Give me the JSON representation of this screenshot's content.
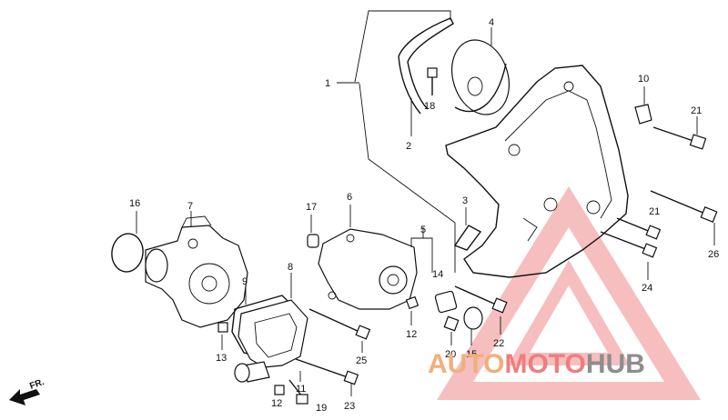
{
  "diagram": {
    "callouts": [
      {
        "id": "c1",
        "text": "1"
      },
      {
        "id": "c2",
        "text": "2"
      },
      {
        "id": "c3",
        "text": "3"
      },
      {
        "id": "c4",
        "text": "4"
      },
      {
        "id": "c5",
        "text": "5"
      },
      {
        "id": "c6",
        "text": "6"
      },
      {
        "id": "c7",
        "text": "7"
      },
      {
        "id": "c8",
        "text": "8"
      },
      {
        "id": "c9",
        "text": "9"
      },
      {
        "id": "c10",
        "text": "10"
      },
      {
        "id": "c11",
        "text": "11"
      },
      {
        "id": "c12a",
        "text": "12"
      },
      {
        "id": "c12b",
        "text": "12"
      },
      {
        "id": "c13",
        "text": "13"
      },
      {
        "id": "c14",
        "text": "14"
      },
      {
        "id": "c15",
        "text": "15"
      },
      {
        "id": "c16",
        "text": "16"
      },
      {
        "id": "c17",
        "text": "17"
      },
      {
        "id": "c18",
        "text": "18"
      },
      {
        "id": "c19",
        "text": "19"
      },
      {
        "id": "c20",
        "text": "20"
      },
      {
        "id": "c21a",
        "text": "21"
      },
      {
        "id": "c21b",
        "text": "21"
      },
      {
        "id": "c22",
        "text": "22"
      },
      {
        "id": "c23",
        "text": "23"
      },
      {
        "id": "c24",
        "text": "24"
      },
      {
        "id": "c25",
        "text": "25"
      },
      {
        "id": "c26",
        "text": "26"
      }
    ],
    "direction_label": "FR."
  },
  "watermark": {
    "part1": "AUTO",
    "part2": "MOTO",
    "part3": "HUB",
    "colors": {
      "auto": "#f0b07a",
      "moto": "#ee7e7e",
      "hub": "#8d8d8d",
      "triangle": "#ef8a8a"
    }
  }
}
